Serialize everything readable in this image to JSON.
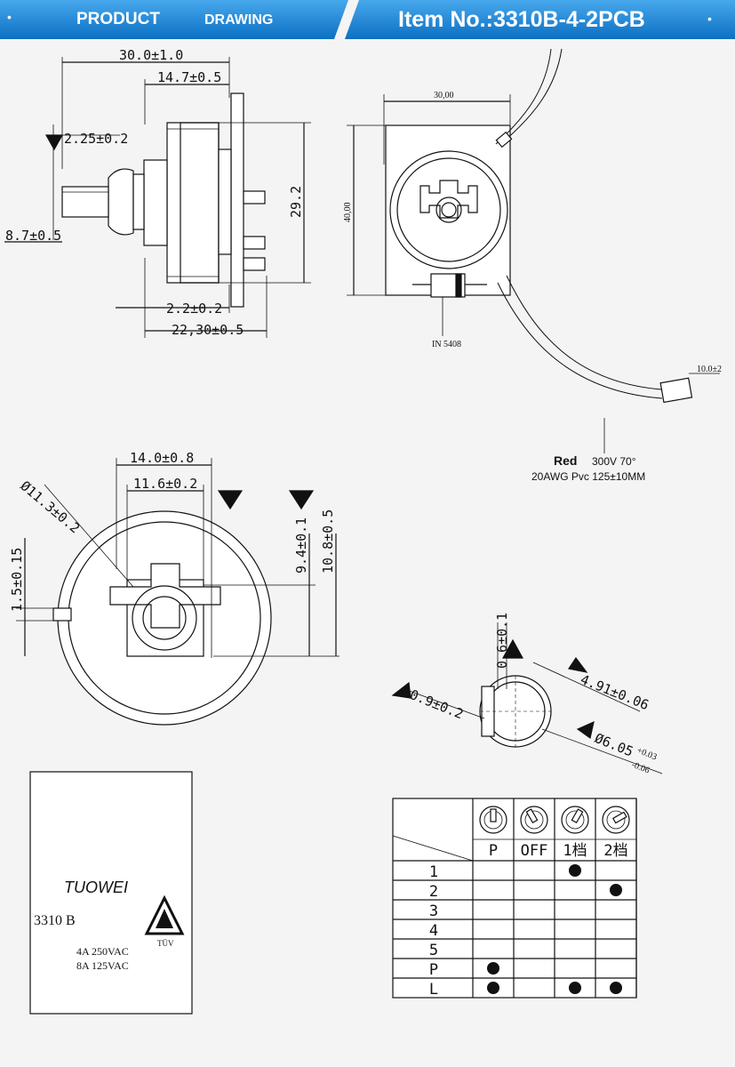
{
  "header": {
    "product": "PRODUCT",
    "drawing": "DRAWING",
    "item_no": "Item No.:3310B-4-2PCB"
  },
  "side_view": {
    "dim_total_length": "30.0±1.0",
    "dim_body_length": "14.7±0.5",
    "dim_shaft_offset": "2.25±0.2",
    "dim_height": "29.2",
    "dim_shaft": "8.7±0.5",
    "dim_terminal": "2.2±0.2",
    "dim_pin_length": "22,30±0.5"
  },
  "top_view": {
    "dim_width": "30,00",
    "dim_height": "40,00",
    "diode": "IN 5408",
    "wire_end": "10.0±2",
    "wire_color": "Red",
    "wire_rating": "300V  70°",
    "wire_spec": "20AWG Pvc 125±10MM"
  },
  "front_view": {
    "dim_outer": "14.0±0.8",
    "dim_inner": "11.6±0.2",
    "dim_diameter": "Ø11.3±0.2",
    "dim_key": "1.5±0.15",
    "dim_a": "9.4±0.1",
    "dim_b": "10.8±0.5"
  },
  "shaft_detail": {
    "dim_flat": "0.6±0.1",
    "dim_width": "4.91±0.06",
    "dim_gap": "0.9±0.2",
    "dim_dia": "Ø6.05",
    "dim_dia_plus": "+0.03",
    "dim_dia_minus": "-0.06"
  },
  "label_box": {
    "brand": "TUOWEI",
    "model": "3310 B",
    "cert": "TÜV",
    "rating1": "4A  250VAC",
    "rating2": "8A  125VAC"
  },
  "switch_table": {
    "columns": [
      "P",
      "OFF",
      "1档",
      "2档"
    ],
    "rows": [
      "1",
      "2",
      "3",
      "4",
      "5",
      "P",
      "L"
    ],
    "dots": [
      [
        0,
        2
      ],
      [
        1,
        3
      ],
      [
        5,
        0
      ],
      [
        6,
        0
      ],
      [
        6,
        2
      ],
      [
        6,
        3
      ]
    ]
  },
  "colors": {
    "banner_blue": "#1e88d6",
    "banner_dark": "#0a66b8",
    "line": "#111111"
  }
}
